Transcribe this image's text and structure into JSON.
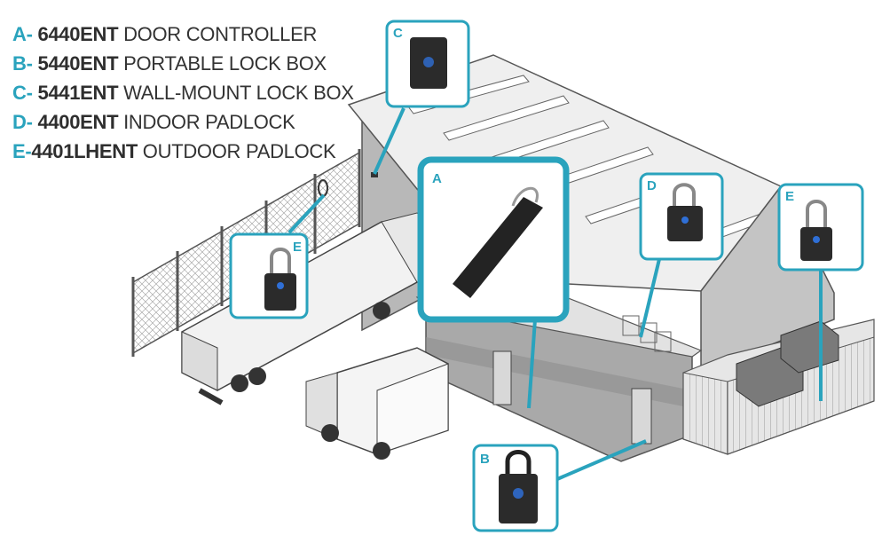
{
  "legend": [
    {
      "letter": "A",
      "model": "6440ENT",
      "name": "DOOR CONTROLLER"
    },
    {
      "letter": "B",
      "model": "5440ENT",
      "name": "PORTABLE LOCK BOX"
    },
    {
      "letter": "C",
      "model": "5441ENT",
      "name": "WALL-MOUNT LOCK BOX"
    },
    {
      "letter": "D",
      "model": "4400ENT",
      "name": "INDOOR PADLOCK"
    },
    {
      "letter": "E",
      "model": "4401LHENT",
      "name": "OUTDOOR PADLOCK"
    }
  ],
  "callouts": {
    "a": "A",
    "b": "B",
    "c": "C",
    "d": "D",
    "e_fence": "E",
    "e_right": "E"
  },
  "colors": {
    "accent": "#2aa3bd",
    "building": "#c9c9c9",
    "roof": "#eeeeee",
    "line": "#555555"
  }
}
